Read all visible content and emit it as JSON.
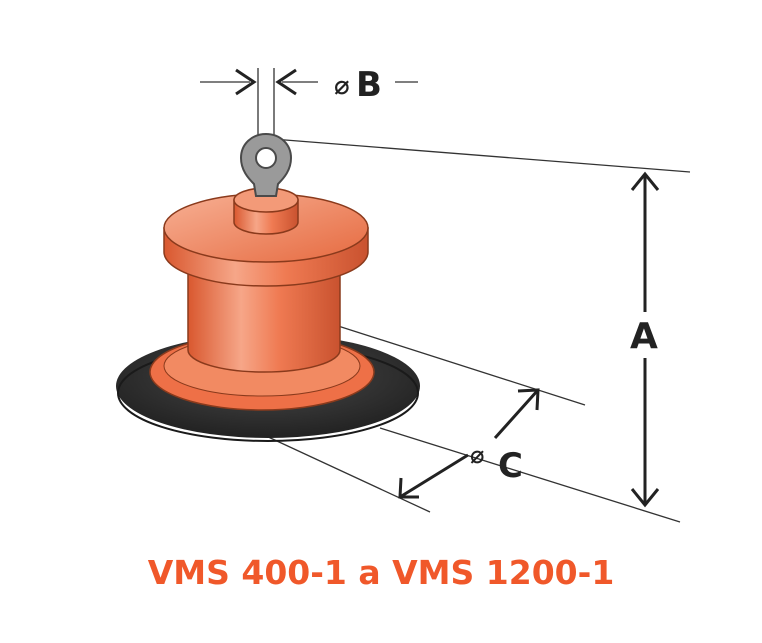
{
  "labels": {
    "diameter_symbol": "⌀",
    "dim_a": "A",
    "dim_b": "B",
    "dim_c": "C"
  },
  "caption": "VMS 400-1 a VMS 1200-1",
  "colors": {
    "accent": "#f0582a",
    "body": "#ee7047",
    "body_light": "#f6a688",
    "body_dark": "#c9522f",
    "seal": "#3a3a3a",
    "eye": "#9a9a9a",
    "line": "#333333"
  }
}
